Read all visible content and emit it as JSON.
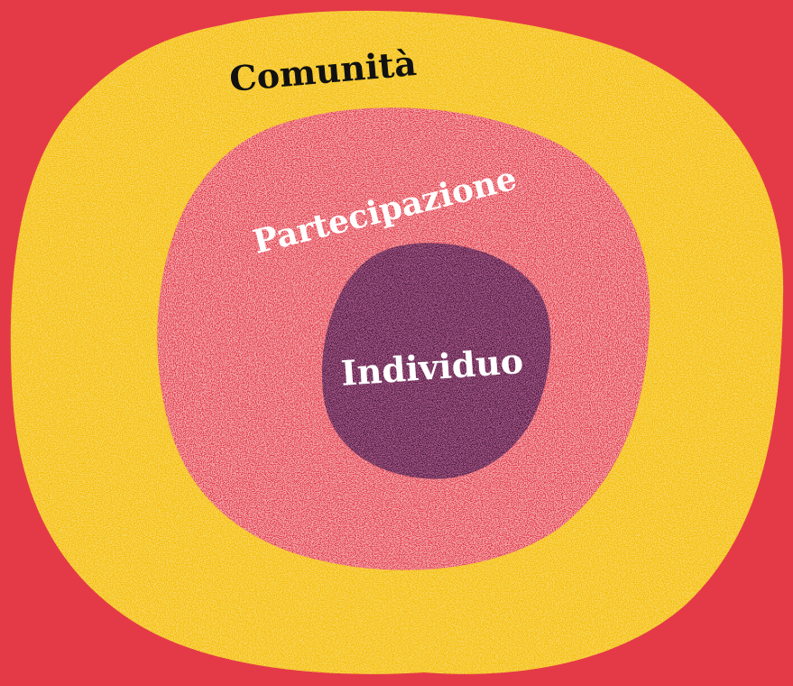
{
  "diagram": {
    "layers": [
      {
        "label": "Comunità",
        "color": "#f5bd05",
        "text_color": "#111111"
      },
      {
        "label": "Partecipazione",
        "color": "#e43a47",
        "text_color": "#ffffff"
      },
      {
        "label": "Individuo",
        "color": "#4a1a3c",
        "text_color": "#ffffff"
      }
    ],
    "background_color": "#e43a47",
    "speckle_color": "#ffffff"
  }
}
